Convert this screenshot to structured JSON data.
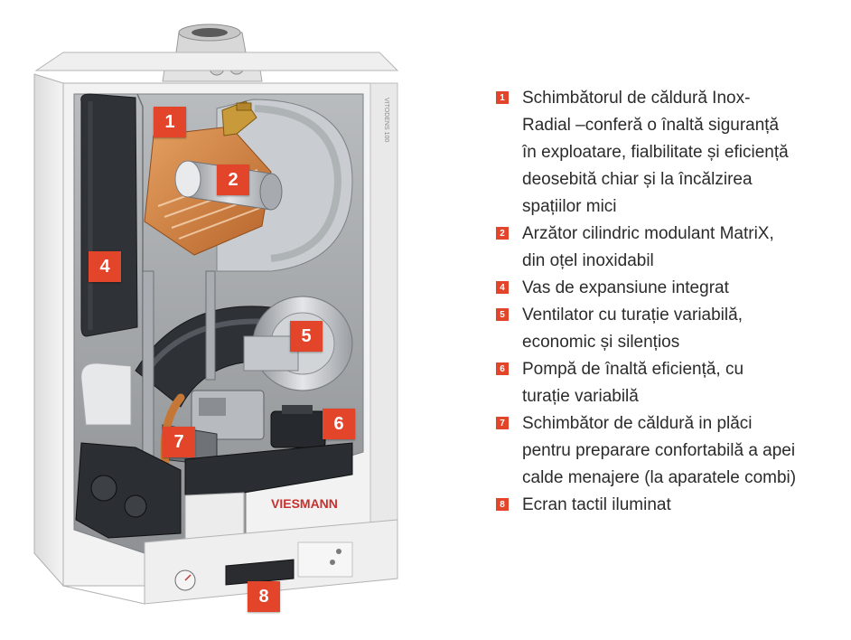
{
  "colors": {
    "accent": "#e2452a",
    "text": "#2b2b2b"
  },
  "illustration": {
    "brand_logo": "VIESMANN",
    "side_label": "VITODENS 100"
  },
  "callouts": [
    "1",
    "2",
    "4",
    "5",
    "6",
    "7",
    "8"
  ],
  "legend": [
    {
      "num": "1",
      "text": "Schimbătorul de căldură Inox-\nRadial –conferă o înaltă siguranță\nîn exploatare, fialbilitate și eficiență\ndeosebită chiar și la încălzirea\nspațiilor mici"
    },
    {
      "num": "2",
      "text": "Arzător cilindric modulant MatriX,\ndin oțel inoxidabil"
    },
    {
      "num": "4",
      "text": "Vas de expansiune integrat"
    },
    {
      "num": "5",
      "text": "Ventilator cu turație variabilă,\neconomic și silențios"
    },
    {
      "num": "6",
      "text": "Pompă de înaltă eficiență, cu\nturație variabilă"
    },
    {
      "num": "7",
      "text": "Schimbător de căldură in plăci\npentru preparare confortabilă a apei\ncalde menajere (la aparatele combi)"
    },
    {
      "num": "8",
      "text": "Ecran tactil iluminat"
    }
  ]
}
